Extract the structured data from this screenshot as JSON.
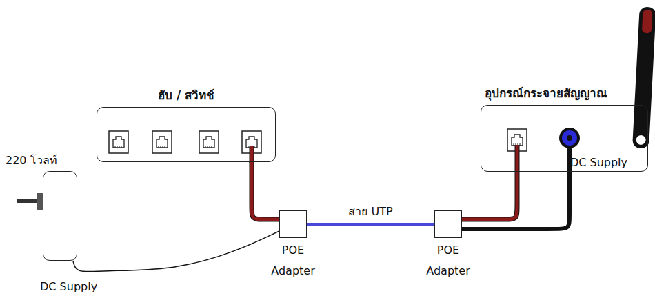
{
  "diagram": {
    "nodes": [
      {
        "text": [
          "ฮับ / สวิทช์"
        ]
      },
      {
        "text": [
          "อุปกรณ์กระจายสัญญาณ"
        ]
      },
      {
        "text": [
          "220 โวลท์",
          "DC Supply"
        ]
      },
      {
        "text": [
          "POE Adapter"
        ]
      },
      {
        "text": [
          "POE Adapter"
        ]
      }
    ],
    "edges": [
      {
        "from": 0,
        "to": 3,
        "arrow": "none"
      },
      {
        "from": 2,
        "to": 3,
        "arrow": "none"
      },
      {
        "from": 3,
        "to": 4,
        "label": "สาย UTP",
        "arrow": "none"
      },
      {
        "from": 4,
        "to": 1,
        "arrow": "none"
      },
      {
        "from": 4,
        "to": 1,
        "arrow": "none"
      }
    ],
    "labels": [
      "DC Supply"
    ]
  }
}
